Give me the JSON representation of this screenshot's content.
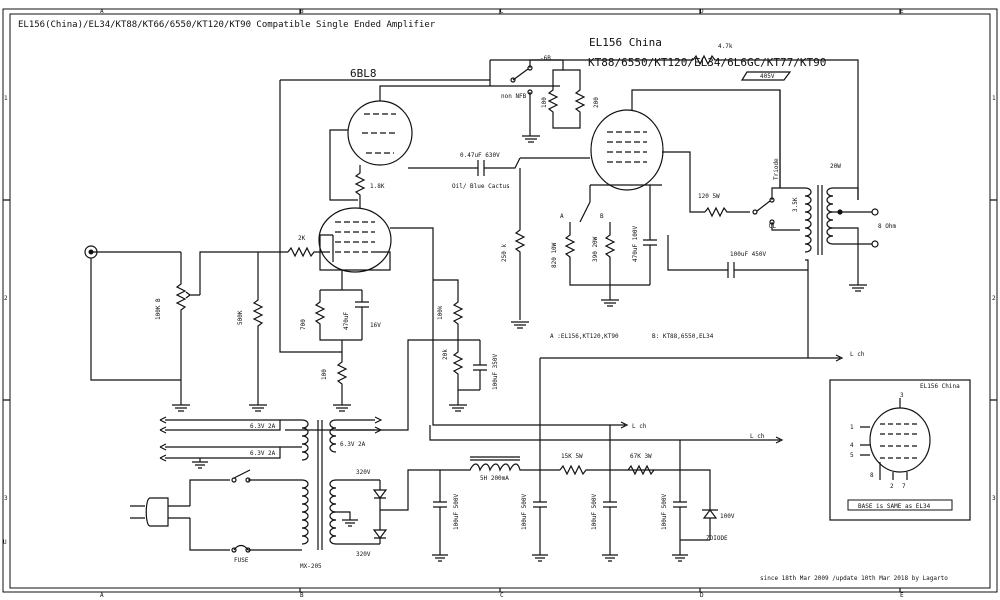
{
  "title": "EL156(China)/EL34/KT88/KT66/6550/KT120/KT90 Compatible Single Ended Amplifier",
  "footer": "since 18th Mar 2009 /update 10th Mar 2018 by Lagarto",
  "border": {
    "cols": [
      "A",
      "B",
      "C",
      "D",
      "E"
    ],
    "rows": [
      "1",
      "2",
      "3"
    ],
    "u_mark": "U"
  },
  "tubes": {
    "driver": "6BL8",
    "output_head": "EL156 China",
    "output_list": "KT88/6550/KT120/EL34/6L6GC/KT77/KT90",
    "b_plus_box": "405V"
  },
  "labels": {
    "nf_off": "non NFB",
    "nf_on": "-6B",
    "r_nf1": "100",
    "r_nf2": "200",
    "r_nf_top": "4.7k",
    "coupling_cap": "0.47uF 630V",
    "coupling_note": "Oil/ Blue Cactus",
    "r_plate1": "1.8K",
    "r_grid2": "2K",
    "r_volume": "100K B",
    "r_gridleak": "500K",
    "r_cath1": "700",
    "c_cath1": "470uF",
    "c_cath1_v": "16V",
    "r_fb": "100",
    "r_plate2": "100k",
    "r_dec": "20k",
    "c_dec": "100uF 350V",
    "r_grid_out": "250 k",
    "sw_a": "A",
    "sw_b": "B",
    "r_cath_a": "820 10W",
    "r_cath_b": "390 20W",
    "c_cath_out": "470uF 100V",
    "r_g2": "120 5W",
    "triode": "Triode",
    "ul": "UL",
    "opt_primary": "3.5K",
    "opt_power": "20W",
    "speaker": "8 Ohm",
    "c_fb": "100uF 450V",
    "note_a": "A :EL156,KT120,KT90",
    "note_b": "B: KT88,6550,EL34",
    "lch1": "L ch",
    "lch2": "L ch",
    "lch3": "L ch",
    "heater1": "6.3V 2A",
    "heater2": "6.3V 2A",
    "heater3": "6.3V 2A",
    "hv1": "320V",
    "hv2": "320V",
    "fuse": "FUSE",
    "transformer": "MX-205",
    "choke": "5H 200mA",
    "c_f1": "100uF 500V",
    "c_f2": "100uF 500V",
    "c_f3": "100uF 500V",
    "c_f4": "100uF 500V",
    "r_f1": "15K 5W",
    "r_f2": "67K 3W",
    "zener_v": "100V",
    "zener": "ZDIODE"
  },
  "pinout": {
    "title": "EL156 China",
    "pins": [
      "1",
      "4",
      "5",
      "3",
      "8",
      "2",
      "7"
    ],
    "base_note": "BASE is SAME as EL34"
  }
}
